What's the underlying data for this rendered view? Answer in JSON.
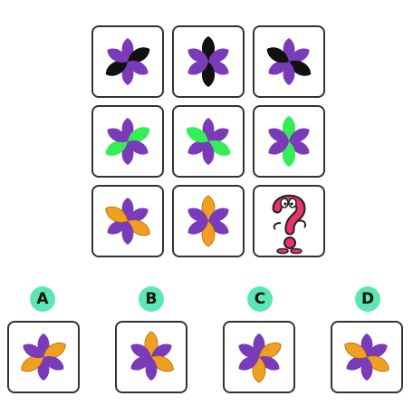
{
  "colors": {
    "petal_default": "#7a3bb8",
    "black": "#111111",
    "green": "#33ee55",
    "orange": "#f0a020",
    "border": "#333333",
    "badge": "#5ce6b2",
    "question": "#e8336b"
  },
  "puzzle": {
    "grid": [
      [
        {
          "highlight": [
            1,
            4
          ],
          "color": "black"
        },
        {
          "highlight": [
            0,
            3
          ],
          "color": "black"
        },
        {
          "highlight": [
            5,
            2
          ],
          "color": "black"
        }
      ],
      [
        {
          "highlight": [
            1,
            4
          ],
          "color": "green"
        },
        {
          "highlight": [
            5,
            2
          ],
          "color": "green"
        },
        {
          "highlight": [
            0,
            3
          ],
          "color": "green"
        }
      ],
      [
        {
          "highlight": [
            5,
            2
          ],
          "color": "orange"
        },
        {
          "highlight": [
            0,
            3
          ],
          "color": "orange"
        },
        {
          "missing": true,
          "icon": "question-mark-icon"
        }
      ]
    ]
  },
  "options": [
    {
      "label": "A",
      "highlight": [
        1,
        4
      ],
      "color": "orange"
    },
    {
      "label": "B",
      "highlight": [
        0,
        2
      ],
      "color": "orange"
    },
    {
      "label": "C",
      "highlight": [
        1,
        3
      ],
      "color": "orange"
    },
    {
      "label": "D",
      "highlight": [
        5,
        2
      ],
      "color": "orange"
    }
  ]
}
